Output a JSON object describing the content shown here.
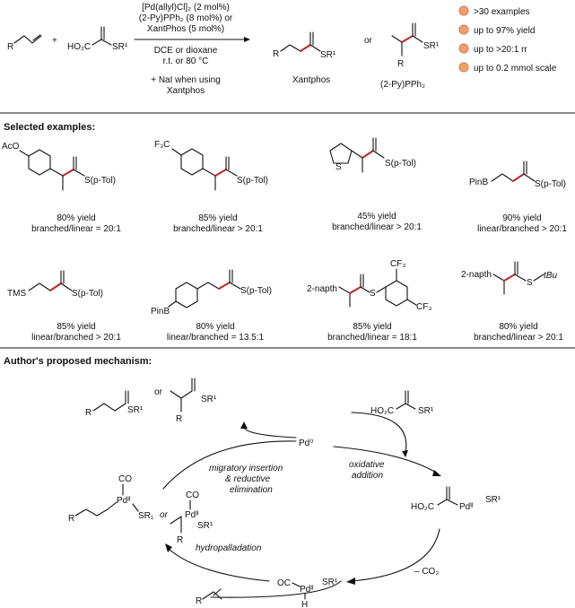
{
  "scheme": {
    "alkene_r": "R",
    "plus": "+",
    "acid_left": "HO₂C",
    "acid_sr": "SR¹",
    "conditions": [
      "[Pd(allyl)Cl]₂ (2 mol%)",
      "(2-Py)PPh₂ (8 mol%) or",
      "XantPhos (5 mol%)",
      "DCE or dioxane",
      "r.t. or 80 °C",
      "+ NaI when using",
      "Xantphos"
    ],
    "product_linear_r": "R",
    "product_linear_sr": "SR¹",
    "product_linear_ligand": "Xantphos",
    "or_word": "or",
    "product_branched_r": "R",
    "product_branched_sr": "SR¹",
    "product_branched_ligand": "(2-Py)PPh₂"
  },
  "highlights": [
    ">30 examples",
    "up to 97% yield",
    "up to >20:1 rr",
    "up to 0.2 mmol scale"
  ],
  "examples_heading": "Selected examples:",
  "examples": [
    {
      "label_a": "AcO",
      "label_b": "S(p-Tol)",
      "yield": "80% yield",
      "ratio": "branched/linear = 20:1"
    },
    {
      "label_a": "F₃C",
      "label_b": "S(p-Tol)",
      "yield": "85% yield",
      "ratio": "branched/linear > 20:1"
    },
    {
      "label_a": "S",
      "label_b": "S(p-Tol)",
      "yield": "45% yield",
      "ratio": "branched/linear > 20:1"
    },
    {
      "label_a": "PinB",
      "label_b": "S(p-Tol)",
      "yield": "90% yield",
      "ratio": "linear/branched > 20:1"
    },
    {
      "label_a": "TMS",
      "label_b": "S(p-Tol)",
      "yield": "85% yield",
      "ratio": "linear/branched > 20:1"
    },
    {
      "label_a": "PinB",
      "label_b": "S(p-Tol)",
      "yield": "80% yield",
      "ratio": "linear/branched = 13.5:1"
    },
    {
      "label_a": "2-napth",
      "label_b": "S",
      "label_c": "CF₃",
      "label_d": "CF₃",
      "yield": "85% yield",
      "ratio": "branched/linear = 18:1"
    },
    {
      "label_a": "2-napth",
      "label_b": "S",
      "label_c": "tBu",
      "yield": "80% yield",
      "ratio": "branched/linear > 20:1"
    }
  ],
  "mechanism_heading": "Author's proposed mechanism:",
  "mechanism": {
    "pd0": "Pd⁰",
    "step_migratory": [
      "migratory insertion",
      "& reductive",
      "elimination"
    ],
    "step_oxidative": [
      "oxidative",
      "addition"
    ],
    "step_hydropalladation": "hydropalladation",
    "step_co2": "– CO₂",
    "products_or": "or",
    "product_sr_1": "SR¹",
    "product_sr_2": "SR¹",
    "product_r_1": "R",
    "product_r_2": "R",
    "acid_left": "HO₂C",
    "acid_sr": "SR¹",
    "acylpd_left": "HO₂C",
    "acylpd_pd": "Pdᴵᴵ",
    "acylpd_sr": "SR¹",
    "hydride_oc": "OC",
    "hydride_pd": "Pdᴵᴵ",
    "hydride_sr": "SR¹",
    "hydride_h": "H",
    "alkylpd_co": "CO",
    "alkylpd_pd": "Pdᴵᴵ",
    "alkylpd_sr": "SR₁",
    "alkylpd_r": "R",
    "alkylpd_or": "or",
    "alkylpd2_co": "CO",
    "alkylpd2_pd": "Pdᴵᴵ",
    "alkylpd2_sr": "SR¹",
    "alkylpd2_r": "R",
    "alkene_r": "R"
  },
  "colors": {
    "highlight_dot": "#f0a070",
    "red_bond": "#c0262b",
    "blue_group": "#1f3f8f",
    "green_group": "#2d8a2d"
  }
}
